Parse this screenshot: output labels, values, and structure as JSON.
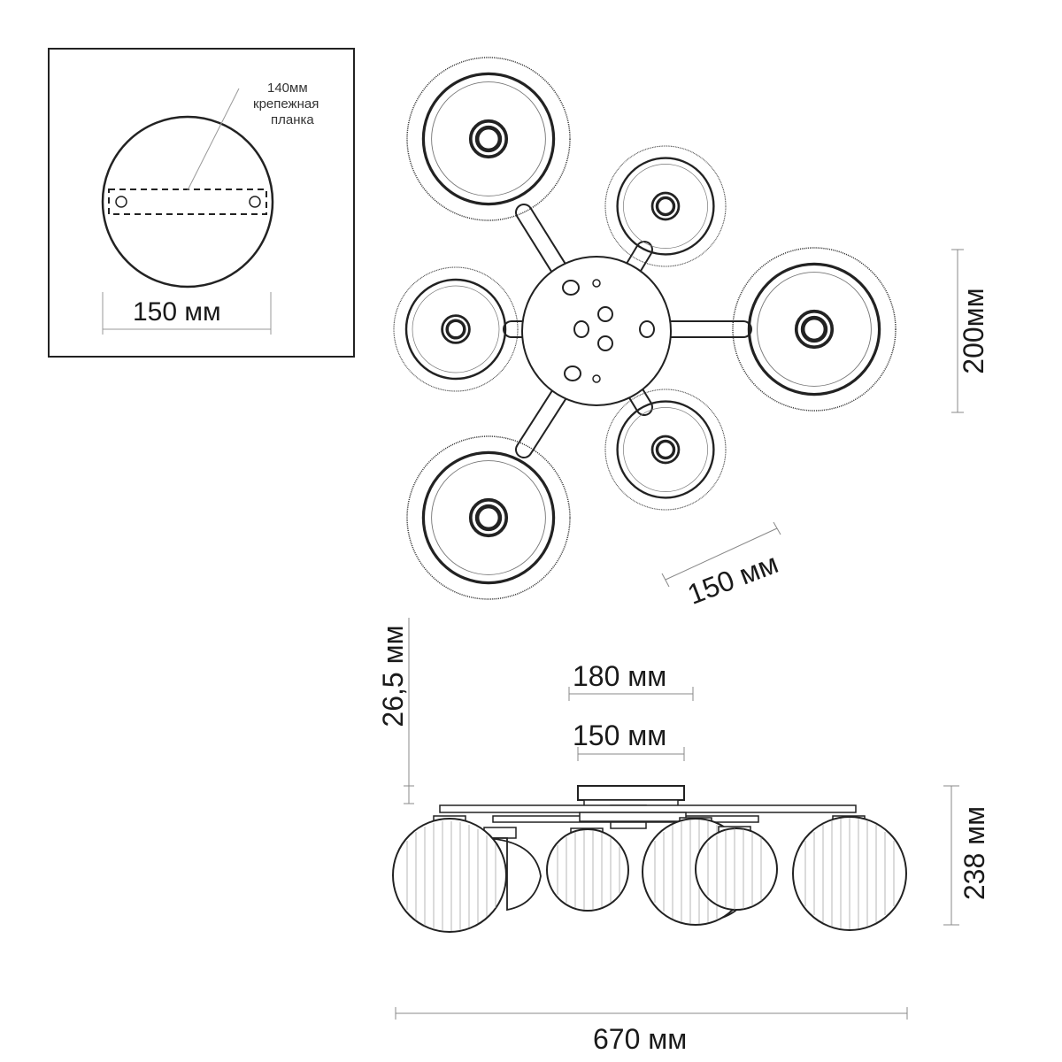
{
  "inset": {
    "note_lines": [
      "140мм",
      "крепежная",
      "планка"
    ],
    "diameter_label": "150 мм"
  },
  "top_view": {
    "height_label": "200мм",
    "disc_label": "150 мм"
  },
  "side_view": {
    "drop_label": "26,5 мм",
    "canopy_outer_label": "180 мм",
    "canopy_inner_label": "150 мм",
    "height_label": "238 мм",
    "width_label": "670 мм"
  },
  "colors": {
    "line": "#222222",
    "dimension": "#888888"
  }
}
